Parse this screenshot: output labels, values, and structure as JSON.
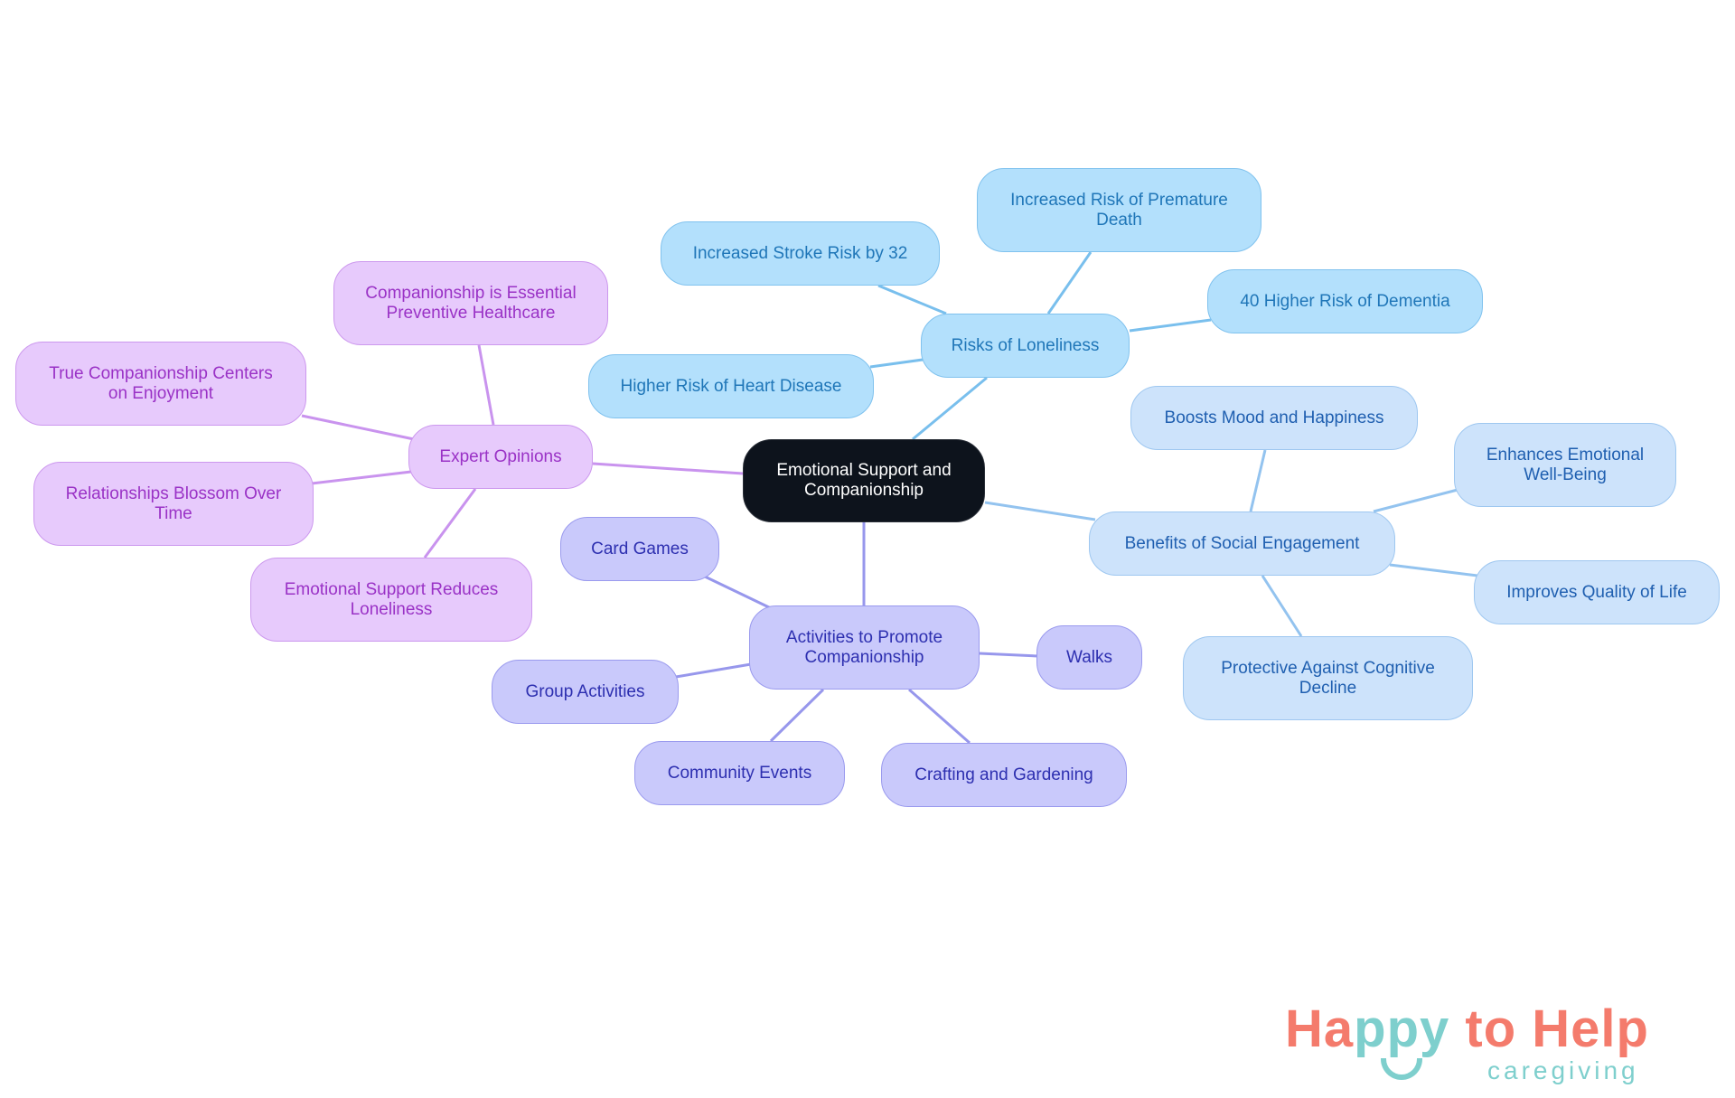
{
  "mindmap": {
    "root": {
      "label": "Emotional Support and\nCompanionship",
      "bg": "#0d131c",
      "text": "#ffffff"
    },
    "branches": [
      {
        "label": "Risks of Loneliness",
        "color": "#79bfed",
        "children": [
          "Increased Risk of Premature\nDeath",
          "Increased Stroke Risk by 32",
          "40 Higher Risk of Dementia",
          "Higher Risk of Heart Disease"
        ]
      },
      {
        "label": "Benefits of Social Engagement",
        "color": "#93c3ef",
        "children": [
          "Boosts Mood and Happiness",
          "Enhances Emotional\nWell-Being",
          "Improves Quality of Life",
          "Protective Against Cognitive\nDecline"
        ]
      },
      {
        "label": "Activities to Promote\nCompanionship",
        "color": "#9797ec",
        "children": [
          "Card Games",
          "Group Activities",
          "Community Events",
          "Crafting and Gardening",
          "Walks"
        ]
      },
      {
        "label": "Expert Opinions",
        "color": "#c993ee",
        "children": [
          "Companionship is Essential\nPreventive Healthcare",
          "True Companionship Centers\non Enjoyment",
          "Relationships Blossom Over\nTime",
          "Emotional Support Reduces\nLoneliness"
        ]
      }
    ]
  },
  "logo": {
    "part1": "Ha",
    "part2": "ppy",
    "part3": " to Help",
    "subtitle": "caregiving",
    "colors": {
      "coral": "#f47b6c",
      "teal": "#7ecfcd"
    }
  }
}
